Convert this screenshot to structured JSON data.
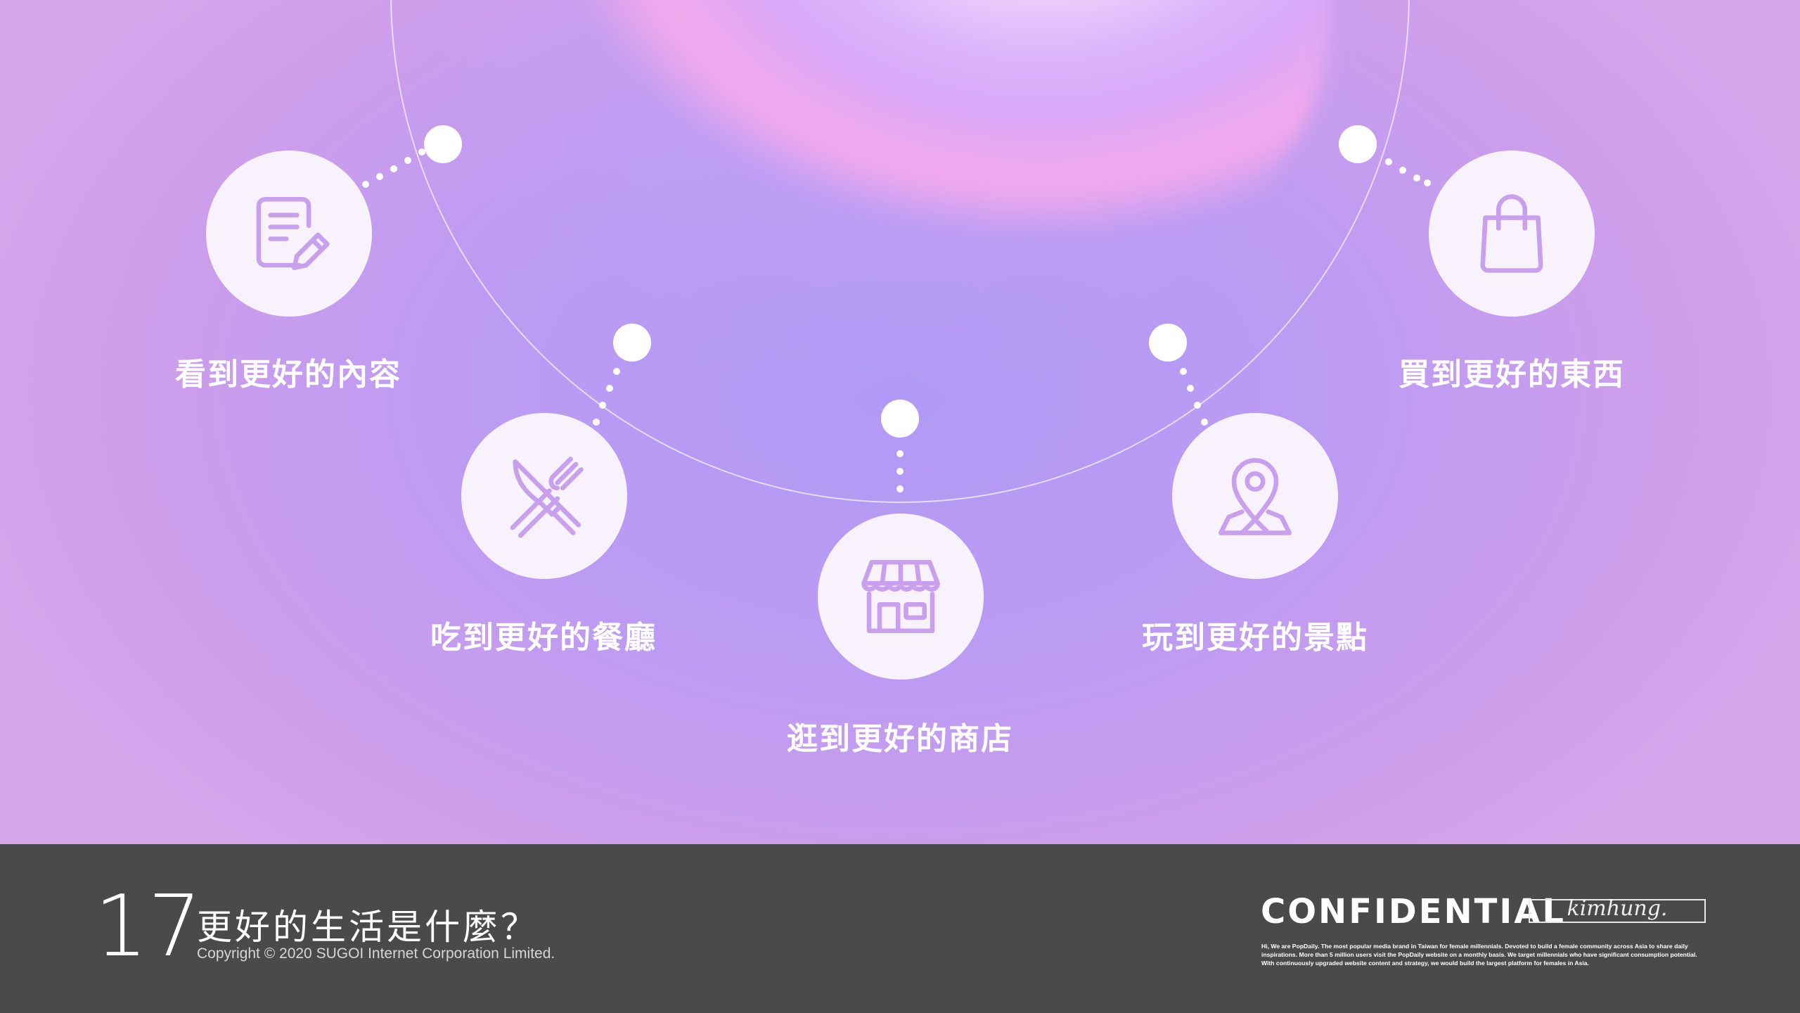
{
  "items": [
    {
      "label": "看到更好的內容",
      "icon": "note-edit-icon"
    },
    {
      "label": "吃到更好的餐廳",
      "icon": "utensils-icon"
    },
    {
      "label": "逛到更好的商店",
      "icon": "storefront-icon"
    },
    {
      "label": "玩到更好的景點",
      "icon": "map-pin-icon"
    },
    {
      "label": "買到更好的東西",
      "icon": "shopping-bag-icon"
    }
  ],
  "footer": {
    "page_number": "17",
    "title": "更好的生活是什麼？",
    "copyright": "Copyright © 2020 SUGOI Internet Corporation Limited.",
    "confidential": "CONFIDENTIAL",
    "signature": "kimhung.",
    "about": "Hi, We are PopDaily. The most popular media brand in Taiwan for female millennials. Devoted to build a female community across Asia to share daily inspirations. More than 5 million users visit the PopDaily website on a monthly basis. We target millennials who have significant consumption potential. With continuously upgraded website content and strategy, we would build the largest platform for females in Asia."
  },
  "colors": {
    "icon": "#c9a0ee",
    "circle": "#f8f2fc",
    "footer_bg": "#4a4a4a",
    "text": "#ffffff"
  }
}
